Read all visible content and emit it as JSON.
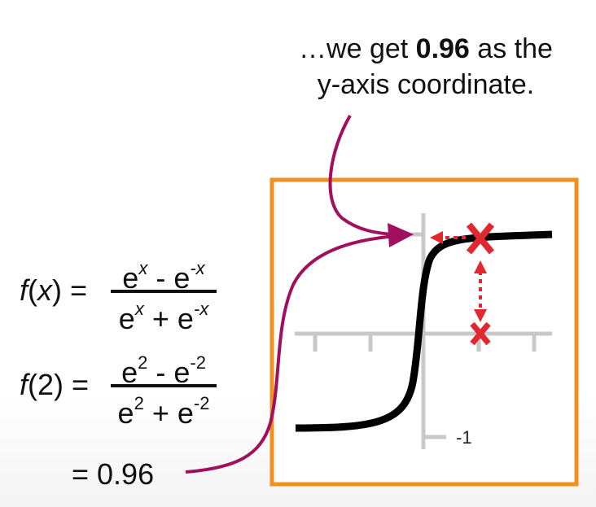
{
  "caption": {
    "line1_prefix": "…we get ",
    "line1_bold": "0.96",
    "line1_suffix": " as the",
    "line2": "y-axis coordinate."
  },
  "formulas": {
    "fx": {
      "name": "f",
      "arg": "x",
      "equals": "=",
      "num_a": "e",
      "num_a_exp": "x",
      "num_op": " - ",
      "num_b": "e",
      "num_b_exp": "-x",
      "den_a": "e",
      "den_a_exp": "x",
      "den_op": " + ",
      "den_b": "e",
      "den_b_exp": "-x"
    },
    "f2": {
      "name": "f",
      "arg": "2",
      "equals": "=",
      "num_a": "e",
      "num_a_exp": "2",
      "num_op": " - ",
      "num_b": "e",
      "num_b_exp": "-2",
      "den_a": "e",
      "den_a_exp": "2",
      "den_op": " + ",
      "den_b": "e",
      "den_b_exp": "-2"
    },
    "result": "= 0.96"
  },
  "graph": {
    "tick_label_neg1": "-1",
    "marker_symbol": "X",
    "colors": {
      "frame": "#F0911E",
      "curve": "#000000",
      "axes": "#C8C8C8",
      "marker": "#E0282E",
      "callout_arrow": "#A0105E"
    }
  }
}
